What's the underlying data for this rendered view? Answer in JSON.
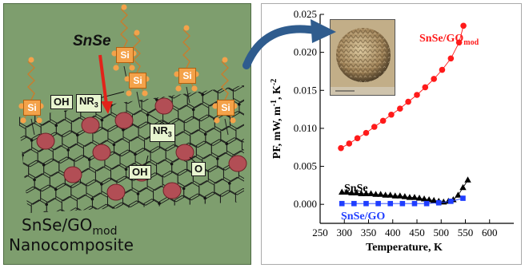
{
  "composite": {
    "title_main": "SnSe/GO",
    "title_sub": "mod",
    "subtitle": "Nanocomposite",
    "snse_pointer_label": "SnSe"
  },
  "tags": {
    "oh_top": "OH",
    "nr3_top": "NR",
    "nr3_top_sub": "3",
    "nr3_mid": "NR",
    "nr3_mid_sub": "3",
    "oh_bottom": "OH",
    "o_bottom": "O",
    "si_label": "Si"
  },
  "colors": {
    "panel_background": "#7e9e6e",
    "graphene_lines": "#1a1a1a",
    "nanoparticle": "#b24e55",
    "silane": "#f4a24a",
    "pointer_arrow": "#e2231a",
    "curved_arrow": "#2f5c8e",
    "series_gomod": "#ff1a1a",
    "series_snse": "#000000",
    "series_go": "#1f3dff"
  },
  "chart_data": {
    "type": "scatter",
    "xlabel": "Temperature, K",
    "ylabel": "PF, mW, m",
    "ylabel_sup1": "-1",
    "ylabel_mid": ", K",
    "ylabel_sup2": "-2",
    "xlim": [
      250,
      650
    ],
    "ylim": [
      -0.0025,
      0.025
    ],
    "x_ticks": [
      "250",
      "300",
      "350",
      "400",
      "450",
      "500",
      "550",
      "600"
    ],
    "y_ticks": [
      "0.000",
      "0.005",
      "0.010",
      "0.015",
      "0.020",
      "0.025"
    ],
    "series": [
      {
        "name": "SnSe/GO",
        "name_sub": "mod",
        "marker": "circle",
        "color": "#ff1a1a",
        "x": [
          293,
          310,
          327,
          345,
          362,
          380,
          397,
          415,
          432,
          450,
          467,
          485,
          502,
          520,
          537,
          546
        ],
        "y": [
          0.0074,
          0.008,
          0.0087,
          0.0094,
          0.0102,
          0.011,
          0.0118,
          0.0126,
          0.0135,
          0.0144,
          0.0154,
          0.0165,
          0.0177,
          0.0192,
          0.0213,
          0.0235
        ]
      },
      {
        "name": "SnSe",
        "marker": "triangle",
        "color": "#000000",
        "x": [
          295,
          305,
          315,
          325,
          335,
          345,
          355,
          365,
          375,
          385,
          395,
          405,
          415,
          425,
          435,
          445,
          455,
          465,
          475,
          485,
          495,
          505,
          515,
          525,
          535,
          545,
          555
        ],
        "y": [
          0.0016,
          0.0016,
          0.0015,
          0.0015,
          0.0014,
          0.0014,
          0.0014,
          0.0013,
          0.0013,
          0.0012,
          0.0012,
          0.0011,
          0.0011,
          0.001,
          0.0009,
          0.0009,
          0.0008,
          0.0007,
          0.0006,
          0.0005,
          0.0004,
          0.0003,
          0.0004,
          0.0006,
          0.0012,
          0.0022,
          0.0032
        ]
      },
      {
        "name": "SnSe/GO",
        "marker": "square",
        "color": "#1f3dff",
        "x": [
          295,
          320,
          345,
          370,
          395,
          420,
          445,
          470,
          495,
          520,
          545
        ],
        "y": [
          0.0001,
          0.0001,
          0.0001,
          0.0001,
          0.0001,
          0.0001,
          0.0001,
          0.0001,
          0.0002,
          0.0004,
          0.0008
        ]
      }
    ]
  }
}
